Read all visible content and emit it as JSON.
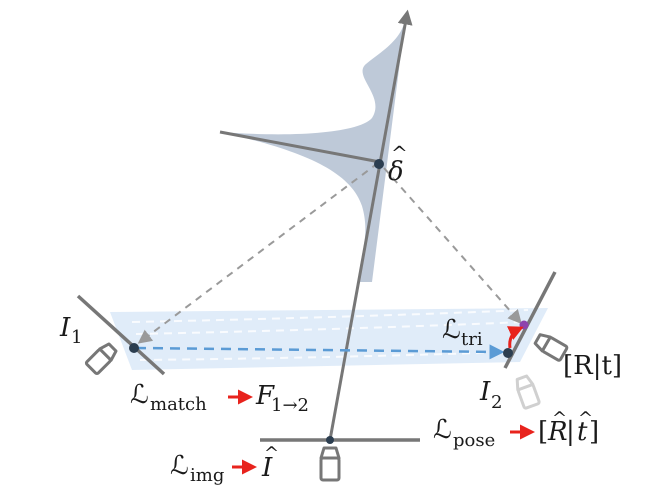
{
  "labels": {
    "delta": "δ",
    "delta_hat": "^",
    "I1_main": "I",
    "I1_sub": "1",
    "I2_main": "I",
    "I2_sub": "2",
    "L_script": "ℒ",
    "tri_sub": "tri",
    "match_sub": "match",
    "pose_sub": "pose",
    "img_sub": "img",
    "F_main": "F",
    "F_sub": "1→2",
    "Rt": "[R|t]",
    "Rt_hat_open": "[",
    "Rt_hat_R": "R",
    "Rt_hat_bar": "|",
    "Rt_hat_t": "t",
    "Rt_hat_close": "]",
    "hat_mark": "^",
    "I_hat": "I"
  },
  "colors": {
    "axis": "#777777",
    "distribution": "#b7c3d4",
    "ray_dashed": "#9a9a9a",
    "match_arrow": "#5b9bd5",
    "frustum": "#d6e6f7",
    "point": "#2c3e50",
    "tri_point": "#8e44ad",
    "loss_arrow": "#e8231d",
    "camera": "#777777",
    "camera_faded": "#cfcfcf"
  }
}
